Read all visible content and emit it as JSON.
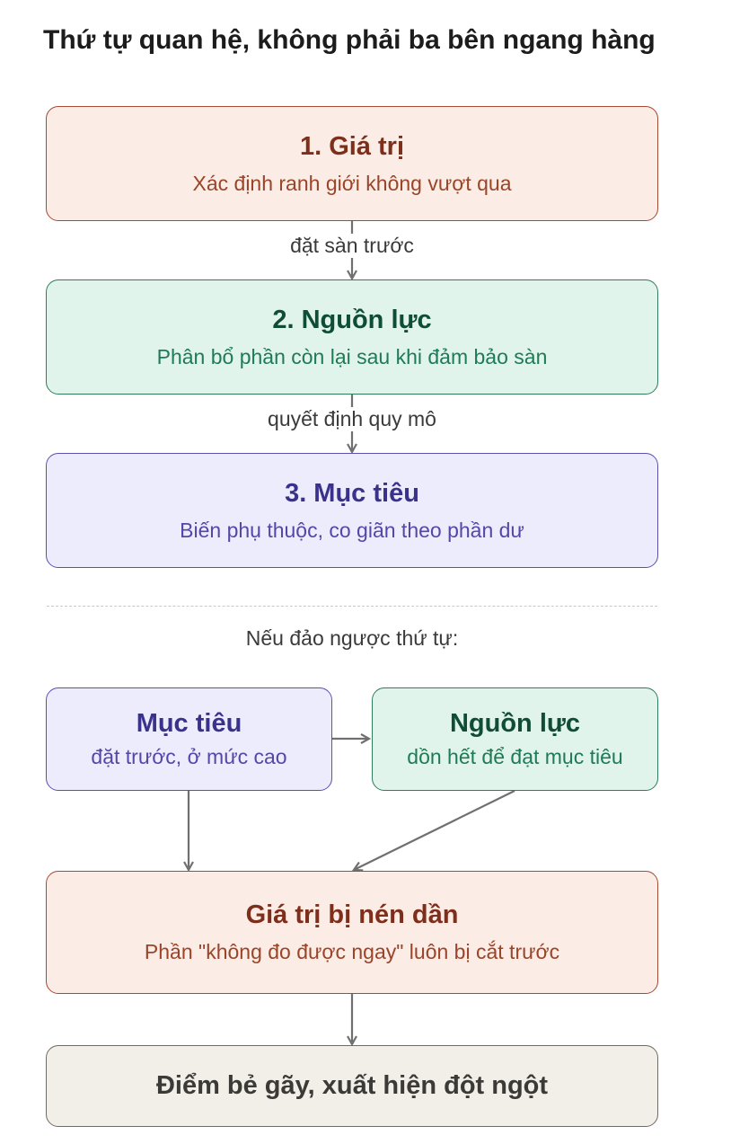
{
  "title": "Thứ tự quan hệ, không phải ba bên ngang hàng",
  "boxes": {
    "value": {
      "heading": "1. Giá trị",
      "sub": "Xác định ranh giới không vượt qua"
    },
    "resources": {
      "heading": "2. Nguồn lực",
      "sub": "Phân bổ phần còn lại sau khi đảm bảo sàn"
    },
    "goals": {
      "heading": "3. Mục tiêu",
      "sub": "Biến phụ thuộc, co giãn theo phần dư"
    },
    "goal_first": {
      "heading": "Mục tiêu",
      "sub": "đặt trước, ở mức cao"
    },
    "resource_all": {
      "heading": "Nguồn lực",
      "sub": "dồn hết để đạt mục tiêu"
    },
    "value_compressed": {
      "heading": "Giá trị bị nén dần",
      "sub": "Phần \"không đo được ngay\" luôn bị cắt trước"
    },
    "breakpoint": {
      "heading": "Điểm bẻ gãy, xuất hiện đột ngột"
    }
  },
  "edge_labels": {
    "value_to_resources": "đặt sàn trước",
    "resources_to_goals": "quyết định quy mô"
  },
  "reverse_caption": "Nếu đảo ngược thứ tự:",
  "colors": {
    "value": "#a64a34",
    "resources": "#2e7d5b",
    "goals": "#5a50b0",
    "breakpoint": "#6f6a63",
    "arrow": "#707070"
  }
}
